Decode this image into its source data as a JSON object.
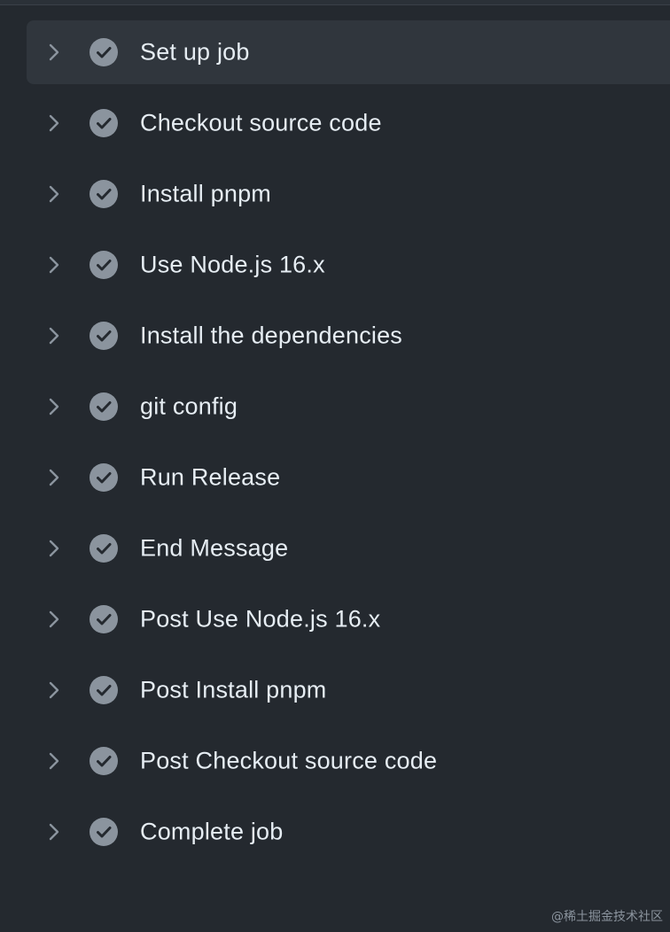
{
  "steps": [
    {
      "label": "Set up job",
      "status": "success",
      "active": true
    },
    {
      "label": "Checkout source code",
      "status": "success",
      "active": false
    },
    {
      "label": "Install pnpm",
      "status": "success",
      "active": false
    },
    {
      "label": "Use Node.js 16.x",
      "status": "success",
      "active": false
    },
    {
      "label": "Install the dependencies",
      "status": "success",
      "active": false
    },
    {
      "label": "git config",
      "status": "success",
      "active": false
    },
    {
      "label": "Run Release",
      "status": "success",
      "active": false
    },
    {
      "label": "End Message",
      "status": "success",
      "active": false
    },
    {
      "label": "Post Use Node.js 16.x",
      "status": "success",
      "active": false
    },
    {
      "label": "Post Install pnpm",
      "status": "success",
      "active": false
    },
    {
      "label": "Post Checkout source code",
      "status": "success",
      "active": false
    },
    {
      "label": "Complete job",
      "status": "success",
      "active": false
    }
  ],
  "icons": {
    "expand": "chevron-right-icon",
    "status": "check-circle-icon"
  },
  "colors": {
    "background": "#24292f",
    "active_row": "#30363d",
    "text": "#e6edf3",
    "icon": "#8b949e"
  },
  "watermark": "@稀土掘金技术社区"
}
